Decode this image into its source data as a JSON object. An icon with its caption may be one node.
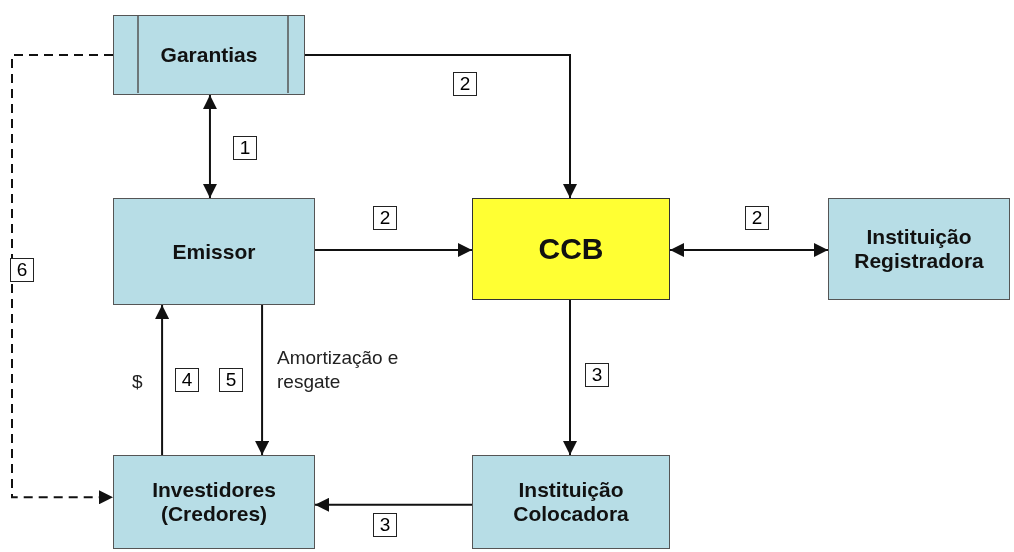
{
  "diagram": {
    "nodes": [
      {
        "text": [
          "Garantias"
        ]
      },
      {
        "text": [
          "Emissor"
        ]
      },
      {
        "text": [
          "CCB"
        ]
      },
      {
        "text": [
          "Instituição Registradora"
        ]
      },
      {
        "text": [
          "Investidores (Credores)"
        ]
      },
      {
        "text": [
          "Instituição Colocadora"
        ]
      }
    ],
    "edges": [
      {
        "from": 0,
        "to": 1,
        "arrow": "both",
        "label": "1"
      },
      {
        "from": 0,
        "to": 2,
        "arrow": "to",
        "label": "2"
      },
      {
        "from": 1,
        "to": 2,
        "arrow": "to",
        "label": "2"
      },
      {
        "from": 2,
        "to": 3,
        "arrow": "both",
        "label": "2"
      },
      {
        "from": 2,
        "to": 5,
        "arrow": "to",
        "label": "3"
      },
      {
        "from": 5,
        "to": 4,
        "arrow": "to",
        "label": "3"
      },
      {
        "from": 0,
        "to": 4,
        "arrow": "to",
        "label": "6",
        "style": "dashed"
      },
      {
        "from": 4,
        "to": 1,
        "arrow": "to",
        "label": "4"
      },
      {
        "from": 1,
        "to": 4,
        "arrow": "to",
        "label": "5"
      }
    ],
    "labels": [
      "$",
      "Amortização e resgate"
    ]
  }
}
